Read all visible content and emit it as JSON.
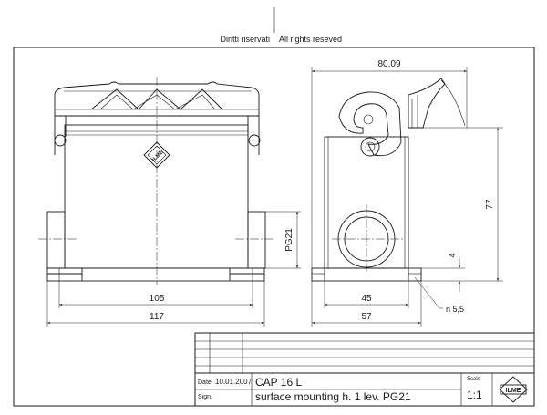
{
  "notice": {
    "left": "Diritti riservati",
    "right": "All rights reseved"
  },
  "dimensions": {
    "front_width_inner": "105",
    "front_width_outer": "117",
    "thread_label": "PG21",
    "side_top_width": "80,09",
    "side_base_inner": "45",
    "side_base_outer": "57",
    "side_height": "77",
    "side_small": "4",
    "hole_note": "n 5,5"
  },
  "title_block": {
    "date_label": "Date",
    "date_value": "10.01.2007",
    "sign_label": "Sign.",
    "title": "CAP 16 L",
    "subtitle": "surface mounting h. 1 lev. PG21",
    "scale_label": "Scale",
    "scale_value": "1:1"
  },
  "logo": {
    "brand": "ILME"
  }
}
